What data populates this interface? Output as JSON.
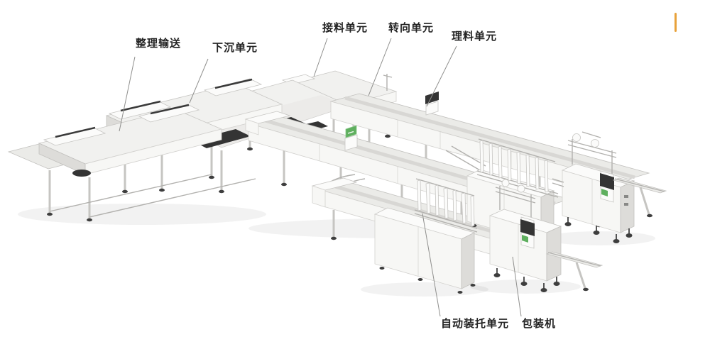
{
  "figure": {
    "description": "isometric illustration of automated food packaging production line",
    "labels": [
      {
        "id": "arranging-conveyor",
        "text": "整理输送"
      },
      {
        "id": "sinking-unit",
        "text": "下沉单元"
      },
      {
        "id": "receiving-unit",
        "text": "接料单元"
      },
      {
        "id": "turning-unit",
        "text": "转向单元"
      },
      {
        "id": "aligning-unit",
        "text": "理料单元"
      },
      {
        "id": "auto-tray-loading-unit",
        "text": "自动装托单元"
      },
      {
        "id": "packaging-machine",
        "text": "包装机"
      }
    ]
  },
  "colors": {
    "accent_orange": "#E8A23B",
    "screen_green": "#5FAF5F",
    "label_text": "#232323",
    "leader_line": "#8F8F8D",
    "machine_light": "#F1F1EF",
    "machine_shadow": "#DDDCD9",
    "background": "#FFFFFF"
  }
}
